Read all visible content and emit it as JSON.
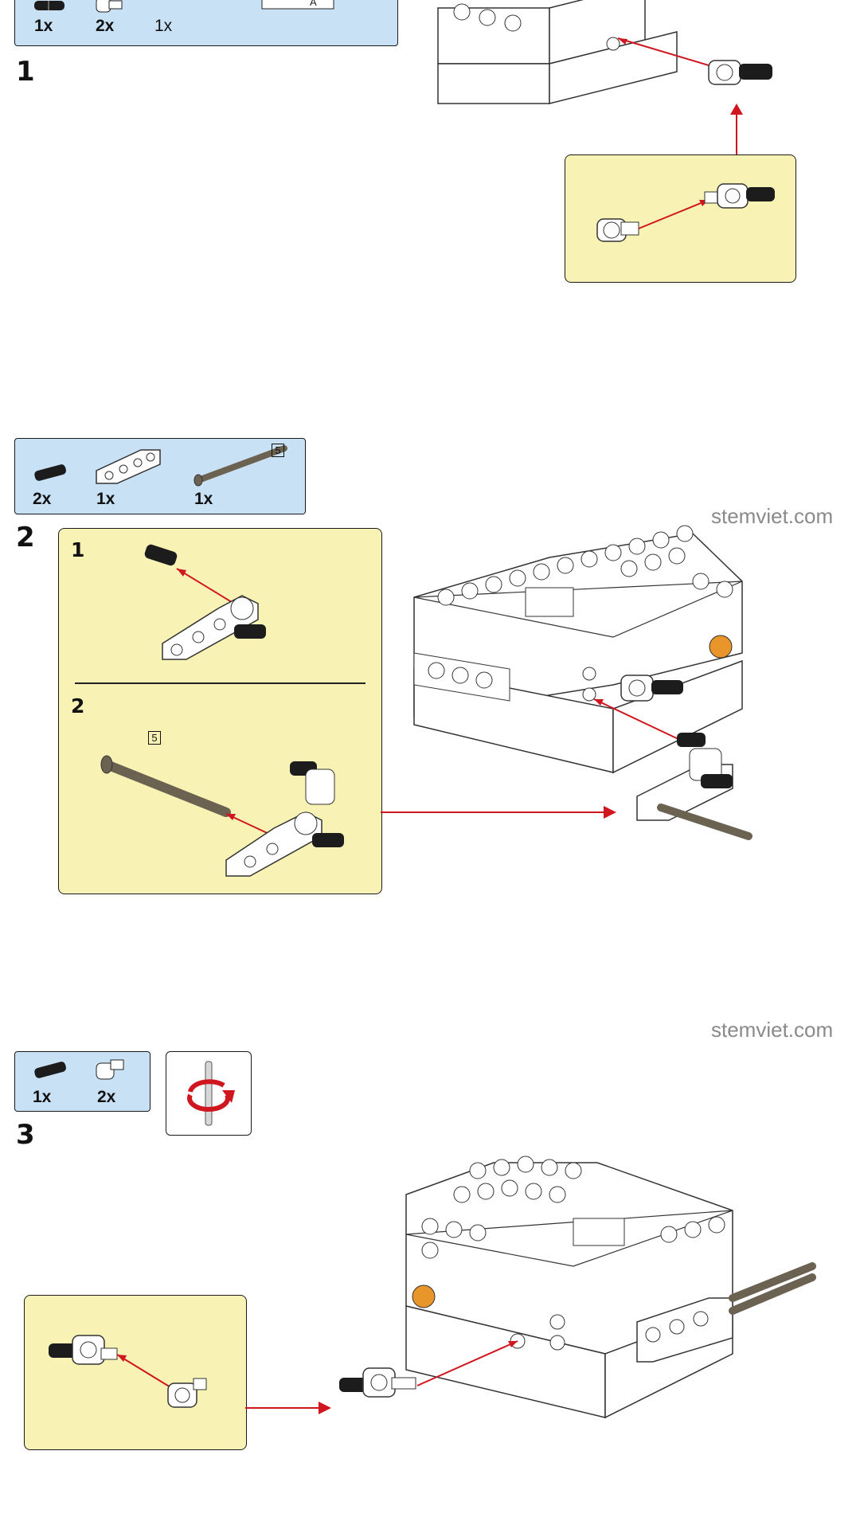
{
  "colors": {
    "parts_bg": "#c9e1f5",
    "callout_bg": "#f8f3b4",
    "arrow": "#d0161e",
    "hub_orange": "#e8962a"
  },
  "watermark": "stemviet.com",
  "steps": [
    {
      "number": "1",
      "parts": [
        {
          "icon": "black-pin-icon",
          "qty": "1x"
        },
        {
          "icon": "white-pin-connector-icon",
          "qty": "2x"
        },
        {
          "icon": "hub-part-icon",
          "qty": "1x"
        }
      ]
    },
    {
      "number": "2",
      "parts": [
        {
          "icon": "black-pin-icon",
          "qty": "2x"
        },
        {
          "icon": "white-beam-icon",
          "qty": "1x"
        },
        {
          "icon": "axle-icon",
          "qty": "1x",
          "length": "5"
        }
      ],
      "substeps": [
        {
          "number": "1"
        },
        {
          "number": "2",
          "length": "5"
        }
      ]
    },
    {
      "number": "3",
      "parts": [
        {
          "icon": "black-pin-icon",
          "qty": "1x"
        },
        {
          "icon": "white-pin-connector-icon",
          "qty": "2x"
        }
      ],
      "rotate_icon": "rotate-model-icon"
    }
  ]
}
